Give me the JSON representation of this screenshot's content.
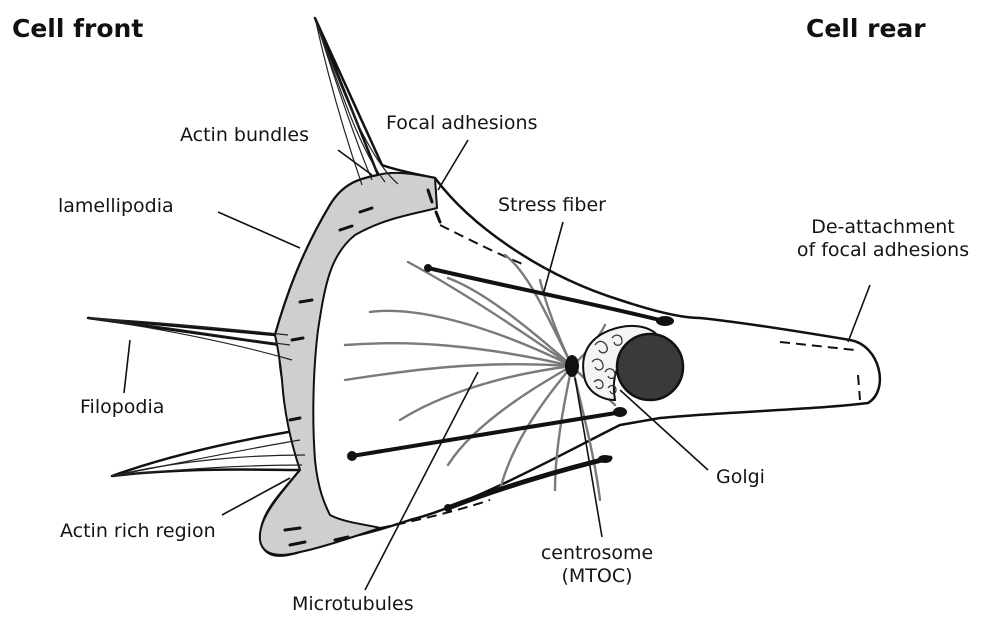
{
  "headings": {
    "front": "Cell front",
    "rear": "Cell rear"
  },
  "labels": {
    "actin_bundles": "Actin bundles",
    "focal_adhesions": "Focal adhesions",
    "lamellipodia": "lamellipodia",
    "stress_fiber": "Stress fiber",
    "deattachment_line1": "De-attachment",
    "deattachment_line2": "of focal adhesions",
    "filopodia": "Filopodia",
    "golgi": "Golgi",
    "actin_rich_region": "Actin rich region",
    "centrosome_line1": "centrosome",
    "centrosome_line2": "(MTOC)",
    "microtubules": "Microtubules"
  },
  "colors": {
    "ink": "#111111",
    "actin_fill": "#cfcfcf",
    "nucleus_fill": "#3a3a3a",
    "microtubule": "#7a7a7a"
  }
}
